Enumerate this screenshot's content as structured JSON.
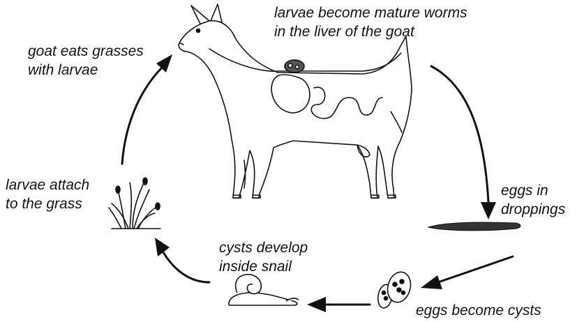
{
  "labels": {
    "worms_liver": [
      "larvae become mature worms",
      "in the liver of the goat"
    ],
    "goat_eats": [
      "goat eats grasses",
      "with larvae"
    ],
    "larvae_attach": [
      "larvae attach",
      "to the grass"
    ],
    "eggs_droppings": [
      "eggs in",
      "droppings"
    ],
    "cysts_snail": [
      "cysts develop",
      "inside snail"
    ],
    "eggs_cysts": [
      "eggs become cysts"
    ]
  },
  "colors": {
    "ink": "#111111",
    "background": "#ffffff"
  }
}
